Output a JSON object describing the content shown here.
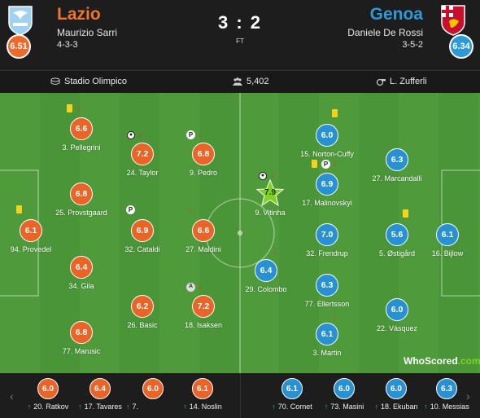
{
  "header": {
    "home": {
      "name": "Lazio",
      "manager": "Maurizio Sarri",
      "formation": "4-3-3",
      "rating": "6.51"
    },
    "away": {
      "name": "Genoa",
      "manager": "Daniele De Rossi",
      "formation": "3-5-2",
      "rating": "6.34"
    },
    "score": "3 : 2",
    "status": "FT"
  },
  "info": {
    "venue": "Stadio Olimpico",
    "attendance": "5,402",
    "referee": "L. Zufferli"
  },
  "colors": {
    "home": "#ea6427",
    "away": "#2891d3",
    "pitch": "#4f9b3b",
    "motm_star": "#7ed321"
  },
  "home_players": [
    {
      "name": "94. Provedel",
      "rating": "6.1"
    },
    {
      "name": "3. Pellegrini",
      "rating": "6.6"
    },
    {
      "name": "25. Provstgaard",
      "rating": "6.8"
    },
    {
      "name": "34. Gila",
      "rating": "6.4"
    },
    {
      "name": "77. Marusic",
      "rating": "6.8"
    },
    {
      "name": "24. Taylor",
      "rating": "7.2"
    },
    {
      "name": "32. Cataldi",
      "rating": "6.9"
    },
    {
      "name": "26. Basic",
      "rating": "6.2"
    },
    {
      "name": "9. Pedro",
      "rating": "6.8"
    },
    {
      "name": "27. Maldini",
      "rating": "6.6"
    },
    {
      "name": "18. Isaksen",
      "rating": "7.2"
    }
  ],
  "away_players": [
    {
      "name": "9. Vitinha",
      "rating": "7.9"
    },
    {
      "name": "29. Colombo",
      "rating": "6.4"
    },
    {
      "name": "15. Norton-Cuffy",
      "rating": "6.0"
    },
    {
      "name": "17. Malinovskyi",
      "rating": "6.9"
    },
    {
      "name": "32. Frendrup",
      "rating": "7.0"
    },
    {
      "name": "77. Ellertsson",
      "rating": "6.3"
    },
    {
      "name": "3. Martin",
      "rating": "6.1"
    },
    {
      "name": "27. Marcandalli",
      "rating": "6.3"
    },
    {
      "name": "5. Østigård",
      "rating": "5.6"
    },
    {
      "name": "22. Vásquez",
      "rating": "6.0"
    },
    {
      "name": "16. Bijlow",
      "rating": "6.1"
    }
  ],
  "home_subs": [
    {
      "name": "20. Ratkov",
      "rating": "6.0"
    },
    {
      "name": "17. Tavares",
      "rating": "6.4"
    },
    {
      "name": "7.",
      "rating": "6.0"
    },
    {
      "name": "14. Noslin",
      "rating": "6.1"
    }
  ],
  "away_subs": [
    {
      "name": "70. Cornet",
      "rating": "6.1"
    },
    {
      "name": "73. Masini",
      "rating": "6.0"
    },
    {
      "name": "18. Ekuban",
      "rating": "6.0"
    },
    {
      "name": "10. Messias",
      "rating": "6.3"
    }
  ],
  "watermark": {
    "main": "WhoScored",
    "suffix": ".com"
  },
  "nav": {
    "left": "‹",
    "right": "›"
  }
}
